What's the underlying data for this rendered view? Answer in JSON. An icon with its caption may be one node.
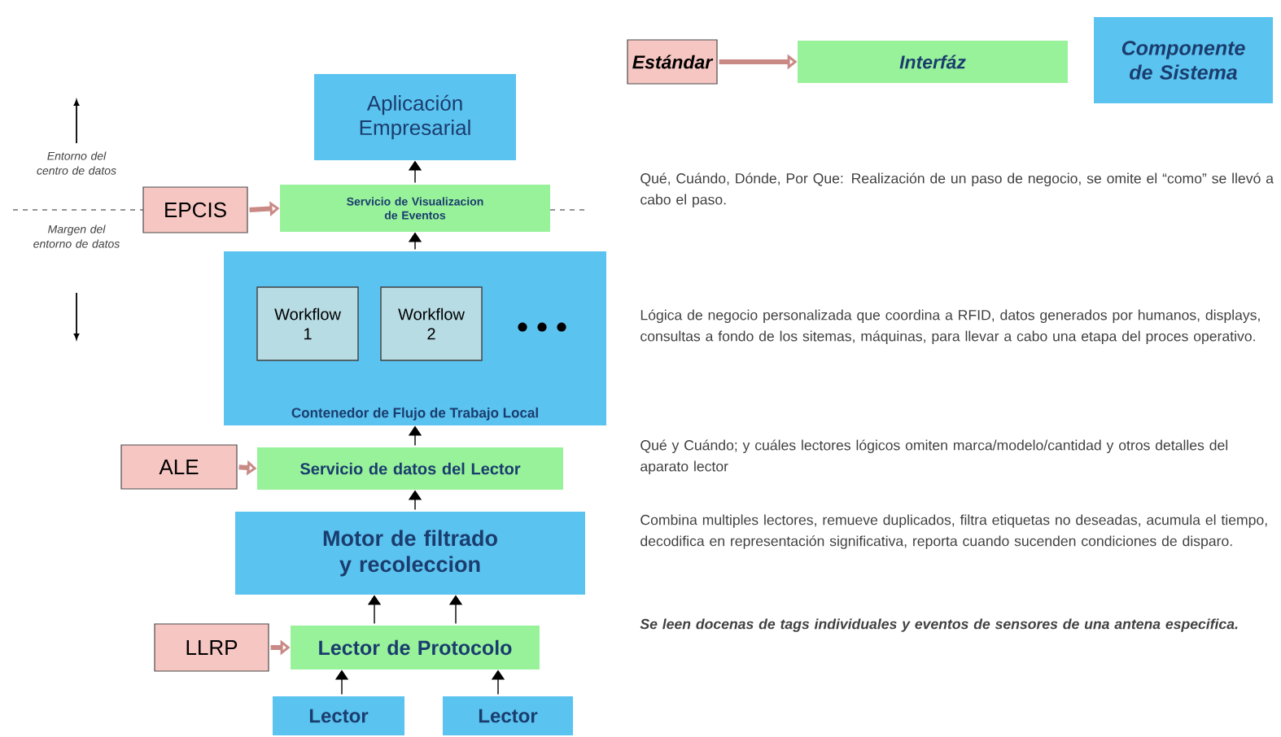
{
  "diagram": {
    "nodes": [
      {
        "text": [
          "Aplicación Empresarial"
        ]
      },
      {
        "text": [
          "EPCIS"
        ]
      },
      {
        "text": [
          "Servicio de Visualizacion de Eventos"
        ]
      },
      {
        "text": [
          "Contenedor de Flujo de Trabajo Local"
        ]
      },
      {
        "text": [
          "Workflow 1"
        ],
        "in": 3
      },
      {
        "text": [
          "Workflow 2"
        ],
        "in": 3
      },
      {
        "text": [
          "ALE"
        ]
      },
      {
        "text": [
          "Servicio de datos del Lector"
        ]
      },
      {
        "text": [
          "Motor de filtrado y recoleccion"
        ]
      },
      {
        "text": [
          "LLRP"
        ]
      },
      {
        "text": [
          "Lector de Protocolo"
        ]
      },
      {
        "text": [
          "Lector"
        ]
      },
      {
        "text": [
          "Lector"
        ]
      },
      {
        "text": [
          "Estándar"
        ]
      },
      {
        "text": [
          "Interfáz"
        ]
      },
      {
        "text": [
          "Componente de Sistema"
        ]
      }
    ],
    "edges": [
      {
        "from": 2,
        "to": 0,
        "arrow": "to"
      },
      {
        "from": 1,
        "to": 2,
        "arrow": "to",
        "style": "thick",
        "color": "#c98a86"
      },
      {
        "from": 3,
        "to": 2,
        "arrow": "to"
      },
      {
        "from": 7,
        "to": 3,
        "arrow": "to"
      },
      {
        "from": 6,
        "to": 7,
        "arrow": "to",
        "style": "thick",
        "color": "#c98a86"
      },
      {
        "from": 8,
        "to": 7,
        "arrow": "to"
      },
      {
        "from": 10,
        "to": 8,
        "arrow": "to"
      },
      {
        "from": 10,
        "to": 8,
        "arrow": "to"
      },
      {
        "from": 9,
        "to": 10,
        "arrow": "to",
        "style": "thick",
        "color": "#c98a86"
      },
      {
        "from": 11,
        "to": 10,
        "arrow": "to"
      },
      {
        "from": 12,
        "to": 10,
        "arrow": "to"
      },
      {
        "from": 13,
        "to": 14,
        "arrow": "to",
        "style": "thick",
        "color": "#c98a86"
      }
    ],
    "labels": [
      "Entorno del centro de datos",
      "Margen del entorno de datos",
      "Qué, Cuándo, Dónde, Por Que: Realización de un paso de negocio, se omite el “como” se llevó a cabo el paso.",
      "Lógica de negocio personalizada que coordina a RFID, datos generados por humanos, displays, consultas a fondo de los sitemas, máquinas, para llevar a cabo una etapa del proces operativo.",
      "Qué y Cuándo; y cuáles lectores lógicos omiten marca/modelo/cantidad y otros detalles del aparato lector",
      "Combina multiples lectores, remueve duplicados, filtra etiquetas no deseadas, acumula el tiempo, decodifica en representación significativa, reporta cuando sucenden condiciones de disparo.",
      "Se leen docenas de tags individuales y eventos de sensores de una antena especifica."
    ]
  }
}
